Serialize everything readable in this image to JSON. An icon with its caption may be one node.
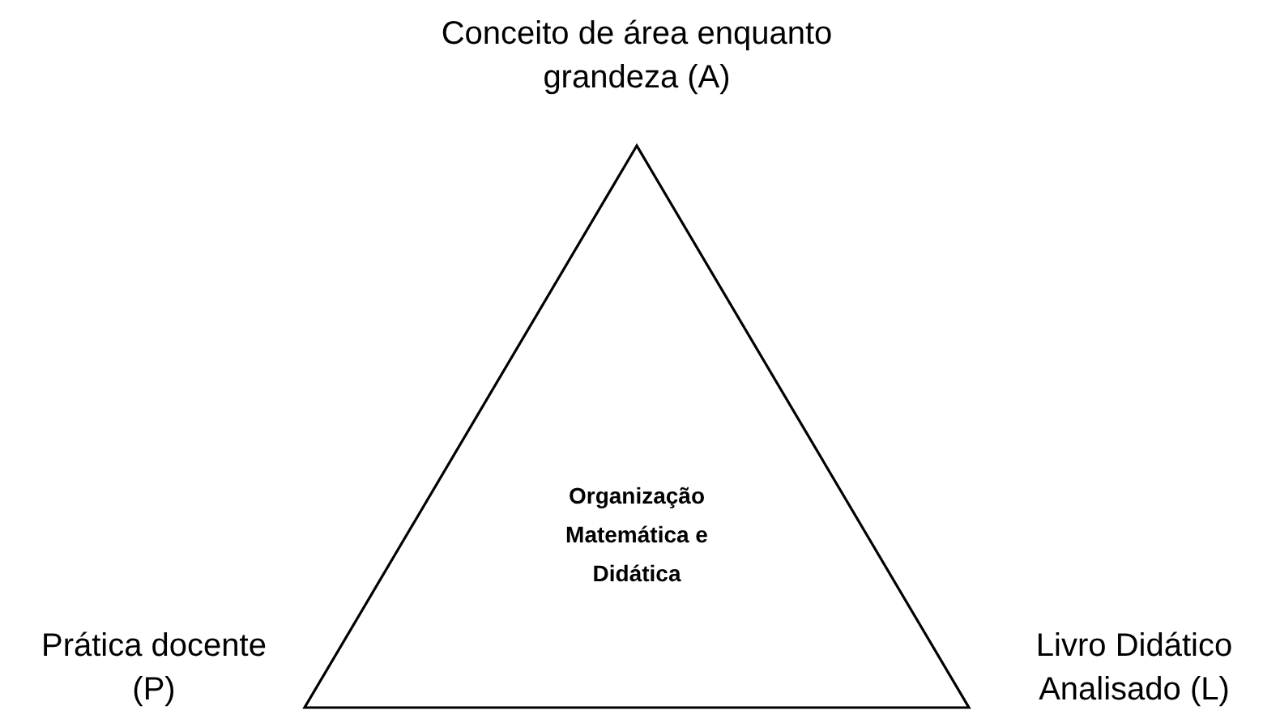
{
  "diagram": {
    "nodes": [
      {
        "text": [
          "Organização Matemática e Didática"
        ]
      }
    ],
    "labels": [
      "Conceito de área enquanto grandeza (A)",
      "Prática docente (P)",
      "Livro Didático Analisado (L)"
    ]
  }
}
